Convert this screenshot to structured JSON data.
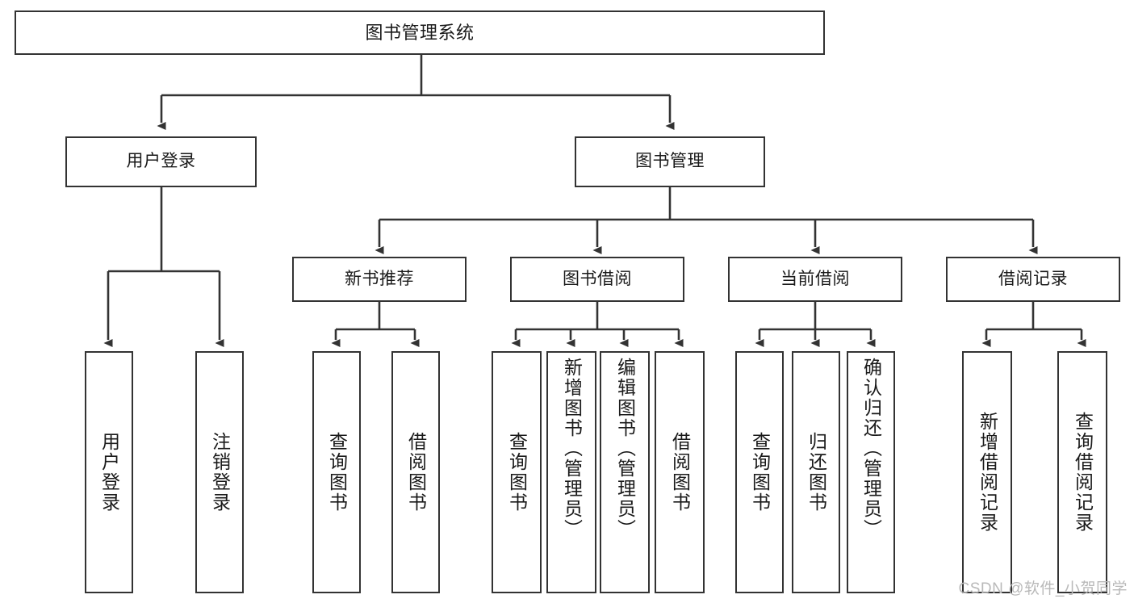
{
  "diagram": {
    "title": "图书管理系统",
    "watermark": "CSDN @软件_小贺同学",
    "colors": {
      "box_border": "#333333",
      "box_fill": "#ffffff",
      "edge": "#333333",
      "text": "#1a1a1a",
      "watermark": "#b9b9b9",
      "background": "#ffffff"
    },
    "levels": {
      "root": "图书管理系统",
      "level1": [
        "用户登录",
        "图书管理"
      ],
      "level2": [
        "新书推荐",
        "图书借阅",
        "当前借阅",
        "借阅记录"
      ]
    }
  },
  "nodes": {
    "root": {
      "label": "图书管理系统"
    },
    "user_login": {
      "label": "用户登录"
    },
    "book_manage": {
      "label": "图书管理"
    },
    "new_book_rec": {
      "label": "新书推荐"
    },
    "book_borrow": {
      "label": "图书借阅"
    },
    "current_borrow": {
      "label": "当前借阅"
    },
    "borrow_record": {
      "label": "借阅记录"
    },
    "leaf_user_login": {
      "label": "用户登录"
    },
    "leaf_logout": {
      "label": "注销登录"
    },
    "leaf_query_book_1": {
      "label": "查询图书"
    },
    "leaf_borrow_book_1": {
      "label": "借阅图书"
    },
    "leaf_query_book_2": {
      "label": "查询图书"
    },
    "leaf_add_book_admin": {
      "label": "新增图书（管理员）"
    },
    "leaf_edit_book_admin": {
      "label": "编辑图书（管理员）"
    },
    "leaf_borrow_book_2": {
      "label": "借阅图书"
    },
    "leaf_query_book_3": {
      "label": "查询图书"
    },
    "leaf_return_book": {
      "label": "归还图书"
    },
    "leaf_confirm_return_admin": {
      "label": "确认归还（管理员）"
    },
    "leaf_add_record": {
      "label": "新增借阅记录"
    },
    "leaf_query_record": {
      "label": "查询借阅记录"
    }
  },
  "tree": {
    "图书管理系统": {
      "用户登录": [
        "用户登录",
        "注销登录"
      ],
      "图书管理": {
        "新书推荐": [
          "查询图书",
          "借阅图书"
        ],
        "图书借阅": [
          "查询图书",
          "新增图书（管理员）",
          "编辑图书（管理员）",
          "借阅图书"
        ],
        "当前借阅": [
          "查询图书",
          "归还图书",
          "确认归还（管理员）"
        ],
        "借阅记录": [
          "新增借阅记录",
          "查询借阅记录"
        ]
      }
    }
  }
}
